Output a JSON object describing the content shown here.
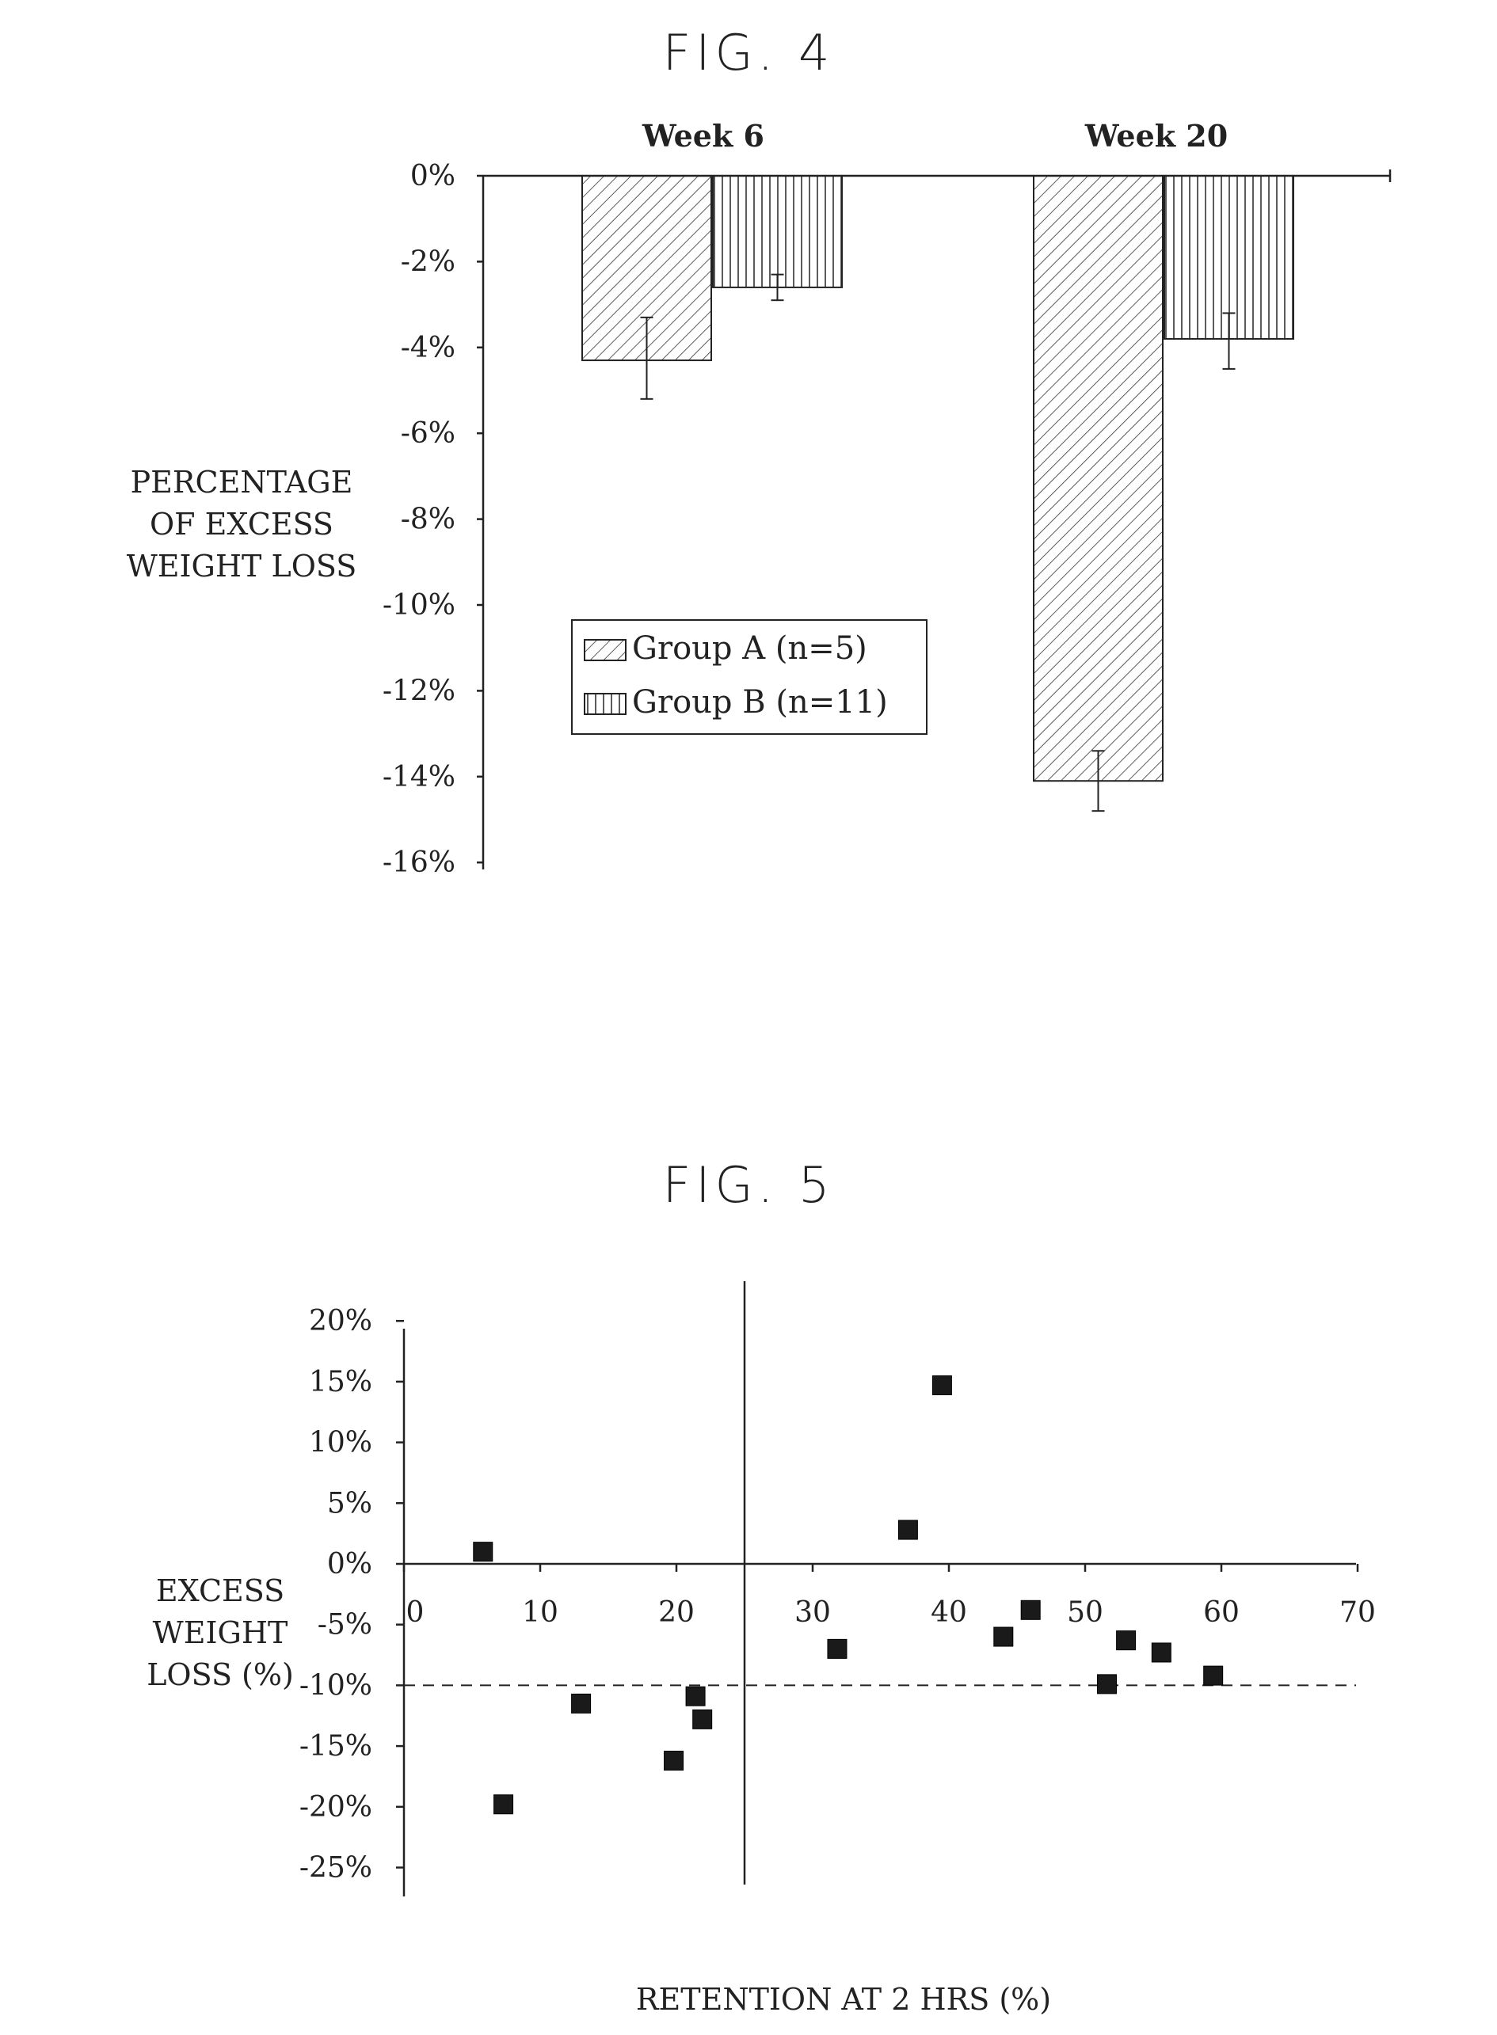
{
  "chart_data": [
    {
      "type": "bar",
      "title": "FIG. 4",
      "ylabel_lines": [
        "PERCENTAGE",
        "OF EXCESS",
        "WEIGHT LOSS"
      ],
      "categories": [
        "Week 6",
        "Week 20"
      ],
      "series": [
        {
          "name": "Group A (n=5)",
          "values": [
            -4.3,
            -14.1
          ],
          "error": [
            [
              -5.2,
              -3.3
            ],
            [
              -14.8,
              -13.4
            ]
          ],
          "pattern": "diagonal-hatch"
        },
        {
          "name": "Group B (n=11)",
          "values": [
            -2.6,
            -3.8
          ],
          "error": [
            [
              -2.9,
              -2.3
            ],
            [
              -4.5,
              -3.2
            ]
          ],
          "pattern": "vertical-hatch"
        }
      ],
      "yticks": [
        "0%",
        "-2%",
        "-4%",
        "-6%",
        "-8%",
        "-10%",
        "-12%",
        "-14%",
        "-16%"
      ],
      "ytick_values": [
        0,
        -2,
        -4,
        -6,
        -8,
        -10,
        -12,
        -14,
        -16
      ],
      "ylim": [
        -16,
        0
      ],
      "legend": [
        "Group A (n=5)",
        "Group B (n=11)"
      ]
    },
    {
      "type": "scatter",
      "title": "FIG. 5",
      "xlabel": "RETENTION AT 2 HRS (%)",
      "ylabel_lines": [
        "EXCESS",
        "WEIGHT",
        "LOSS (%)"
      ],
      "xticks": [
        "0",
        "10",
        "20",
        "30",
        "40",
        "50",
        "60",
        "70"
      ],
      "xtick_values": [
        0,
        10,
        20,
        30,
        40,
        50,
        60,
        70
      ],
      "yticks": [
        "20%",
        "15%",
        "10%",
        "5%",
        "0%",
        "-5%",
        "-10%",
        "-15%",
        "-20%",
        "-25%"
      ],
      "ytick_values": [
        20,
        15,
        10,
        5,
        0,
        -5,
        -10,
        -15,
        -20,
        -25
      ],
      "xlim": [
        0,
        70
      ],
      "ylim": [
        -25,
        20
      ],
      "vertical_reference_x": 25,
      "dashed_reference_y": -10,
      "points": [
        {
          "x": 5.8,
          "y": 1
        },
        {
          "x": 7.3,
          "y": -19.8
        },
        {
          "x": 13,
          "y": -11.5
        },
        {
          "x": 19.8,
          "y": -16.2
        },
        {
          "x": 21.4,
          "y": -10.9
        },
        {
          "x": 21.9,
          "y": -12.8
        },
        {
          "x": 31.8,
          "y": -7
        },
        {
          "x": 37,
          "y": 2.8
        },
        {
          "x": 39.5,
          "y": 14.7
        },
        {
          "x": 44,
          "y": -6
        },
        {
          "x": 46,
          "y": -3.8
        },
        {
          "x": 51.6,
          "y": -9.9
        },
        {
          "x": 53,
          "y": -6.3
        },
        {
          "x": 55.6,
          "y": -7.3
        },
        {
          "x": 59.4,
          "y": -9.2
        }
      ]
    }
  ]
}
